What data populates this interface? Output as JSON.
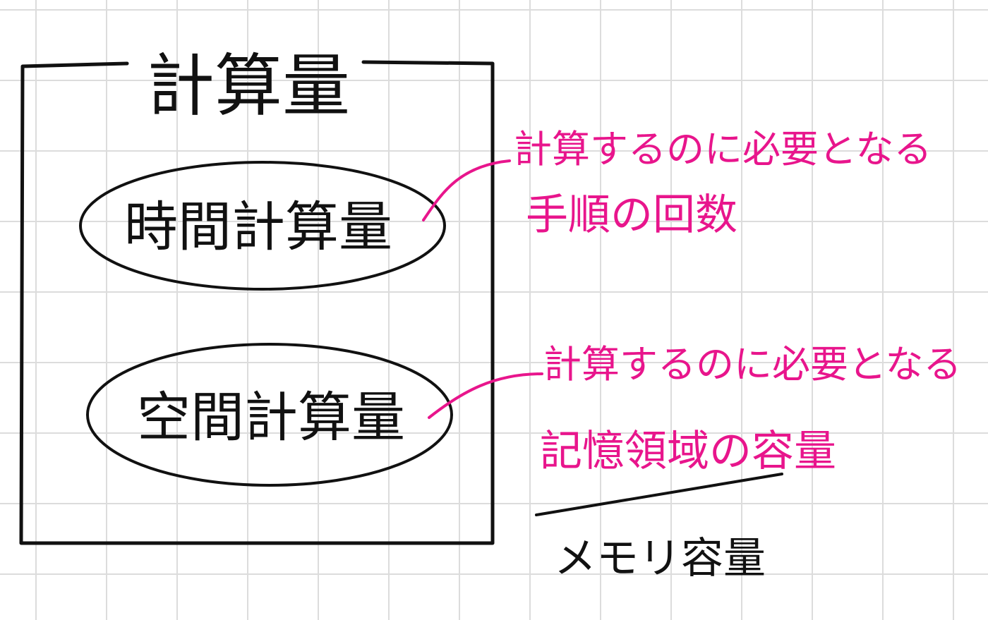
{
  "diagram": {
    "title": "計算量",
    "nodes": [
      {
        "label": "時間計算量"
      },
      {
        "label": "空間計算量"
      }
    ],
    "annotations": [
      {
        "line1": "計算するのに必要となる",
        "line2": "手順の回数"
      },
      {
        "line1": "計算するのに必要となる",
        "line2": "記憶領域の容量"
      }
    ],
    "footnote": "メモリ容量",
    "colors": {
      "ink": "#111111",
      "accent": "#e8158c",
      "grid": "#dcdcdc"
    }
  }
}
